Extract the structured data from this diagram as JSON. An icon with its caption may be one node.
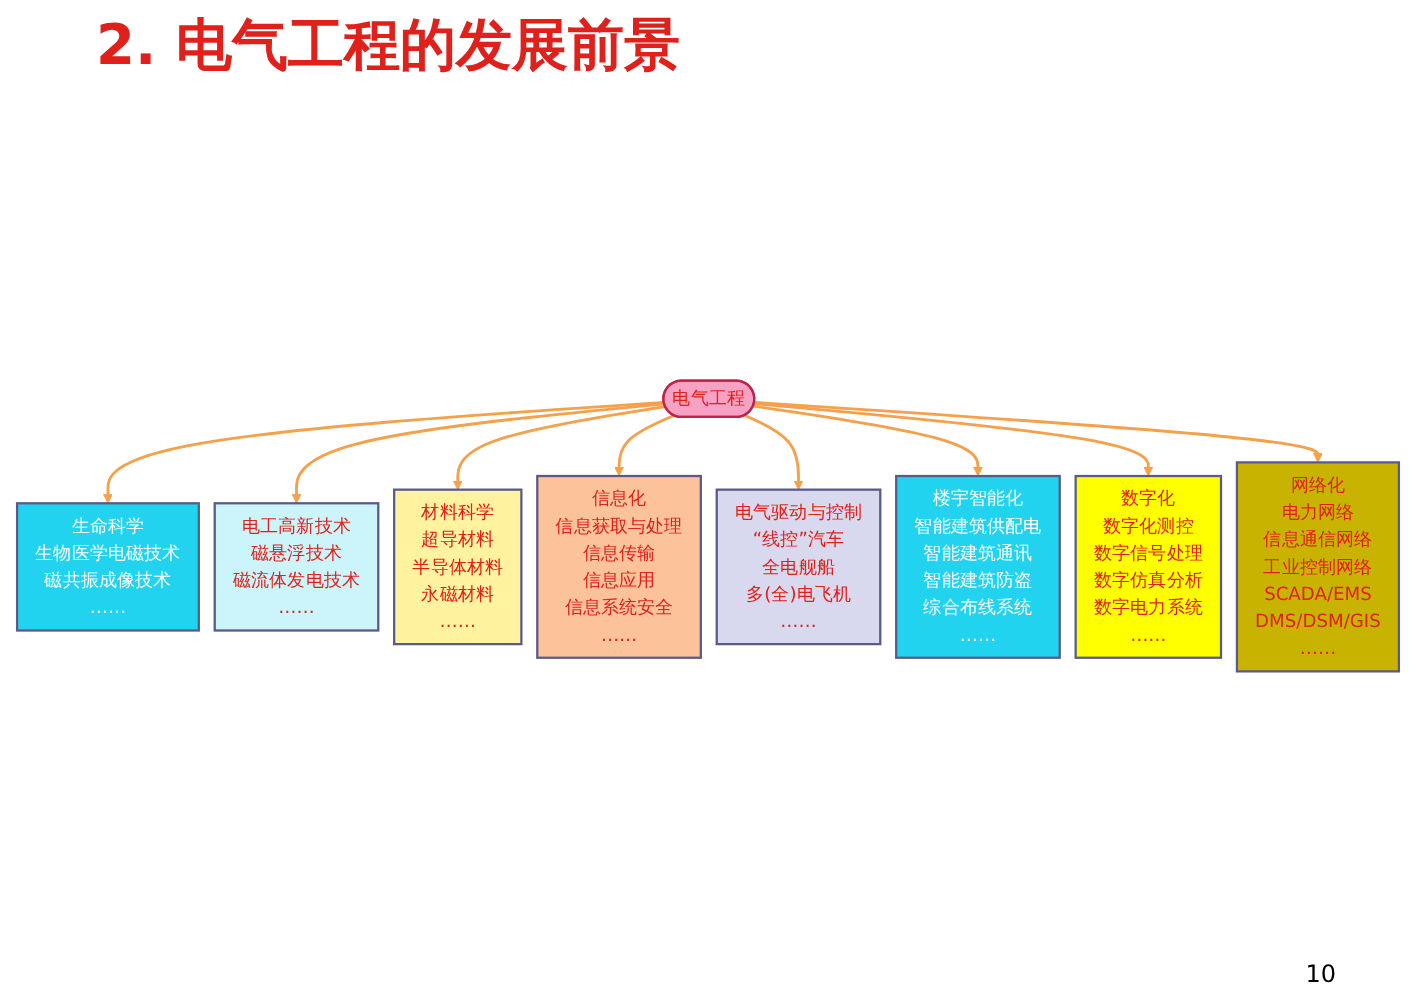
{
  "diagram": {
    "title": "2. 电气工程的发展前景",
    "nodes": [
      {
        "text": [
          "电气工程"
        ]
      },
      {
        "text": [
          "生命科学",
          "生物医学电磁技术",
          "磁共振成像技术",
          "……"
        ]
      },
      {
        "text": [
          "电工高新技术",
          "磁悬浮技术",
          "磁流体发电技术",
          "……"
        ]
      },
      {
        "text": [
          "材料科学",
          "超导材料",
          "半导体材料",
          "永磁材料",
          "……"
        ]
      },
      {
        "text": [
          "信息化",
          "信息获取与处理",
          "信息传输",
          "信息应用",
          "信息系统安全",
          "……"
        ]
      },
      {
        "text": [
          "电气驱动与控制",
          "“线控”汽车",
          "全电舰船",
          "多(全)电飞机",
          "……"
        ]
      },
      {
        "text": [
          "楼宇智能化",
          "智能建筑供配电",
          "智能建筑通讯",
          "智能建筑防盗",
          "综合布线系统",
          "……"
        ]
      },
      {
        "text": [
          "数字化",
          "数字化测控",
          "数字信号处理",
          "数字仿真分析",
          "数字电力系统",
          "……"
        ]
      },
      {
        "text": [
          "网络化",
          "电力网络",
          "信息通信网络",
          "工业控制网络",
          "SCADA/EMS",
          "DMS/DSM/GIS",
          "……"
        ]
      }
    ],
    "edges": [
      {
        "from": 0,
        "to": 1,
        "arrow": "to"
      },
      {
        "from": 0,
        "to": 2,
        "arrow": "to"
      },
      {
        "from": 0,
        "to": 3,
        "arrow": "to"
      },
      {
        "from": 0,
        "to": 4,
        "arrow": "to"
      },
      {
        "from": 0,
        "to": 5,
        "arrow": "to"
      },
      {
        "from": 0,
        "to": 6,
        "arrow": "to"
      },
      {
        "from": 0,
        "to": 7,
        "arrow": "to"
      },
      {
        "from": 0,
        "to": 8,
        "arrow": "to"
      }
    ],
    "labels": [
      "10"
    ]
  }
}
